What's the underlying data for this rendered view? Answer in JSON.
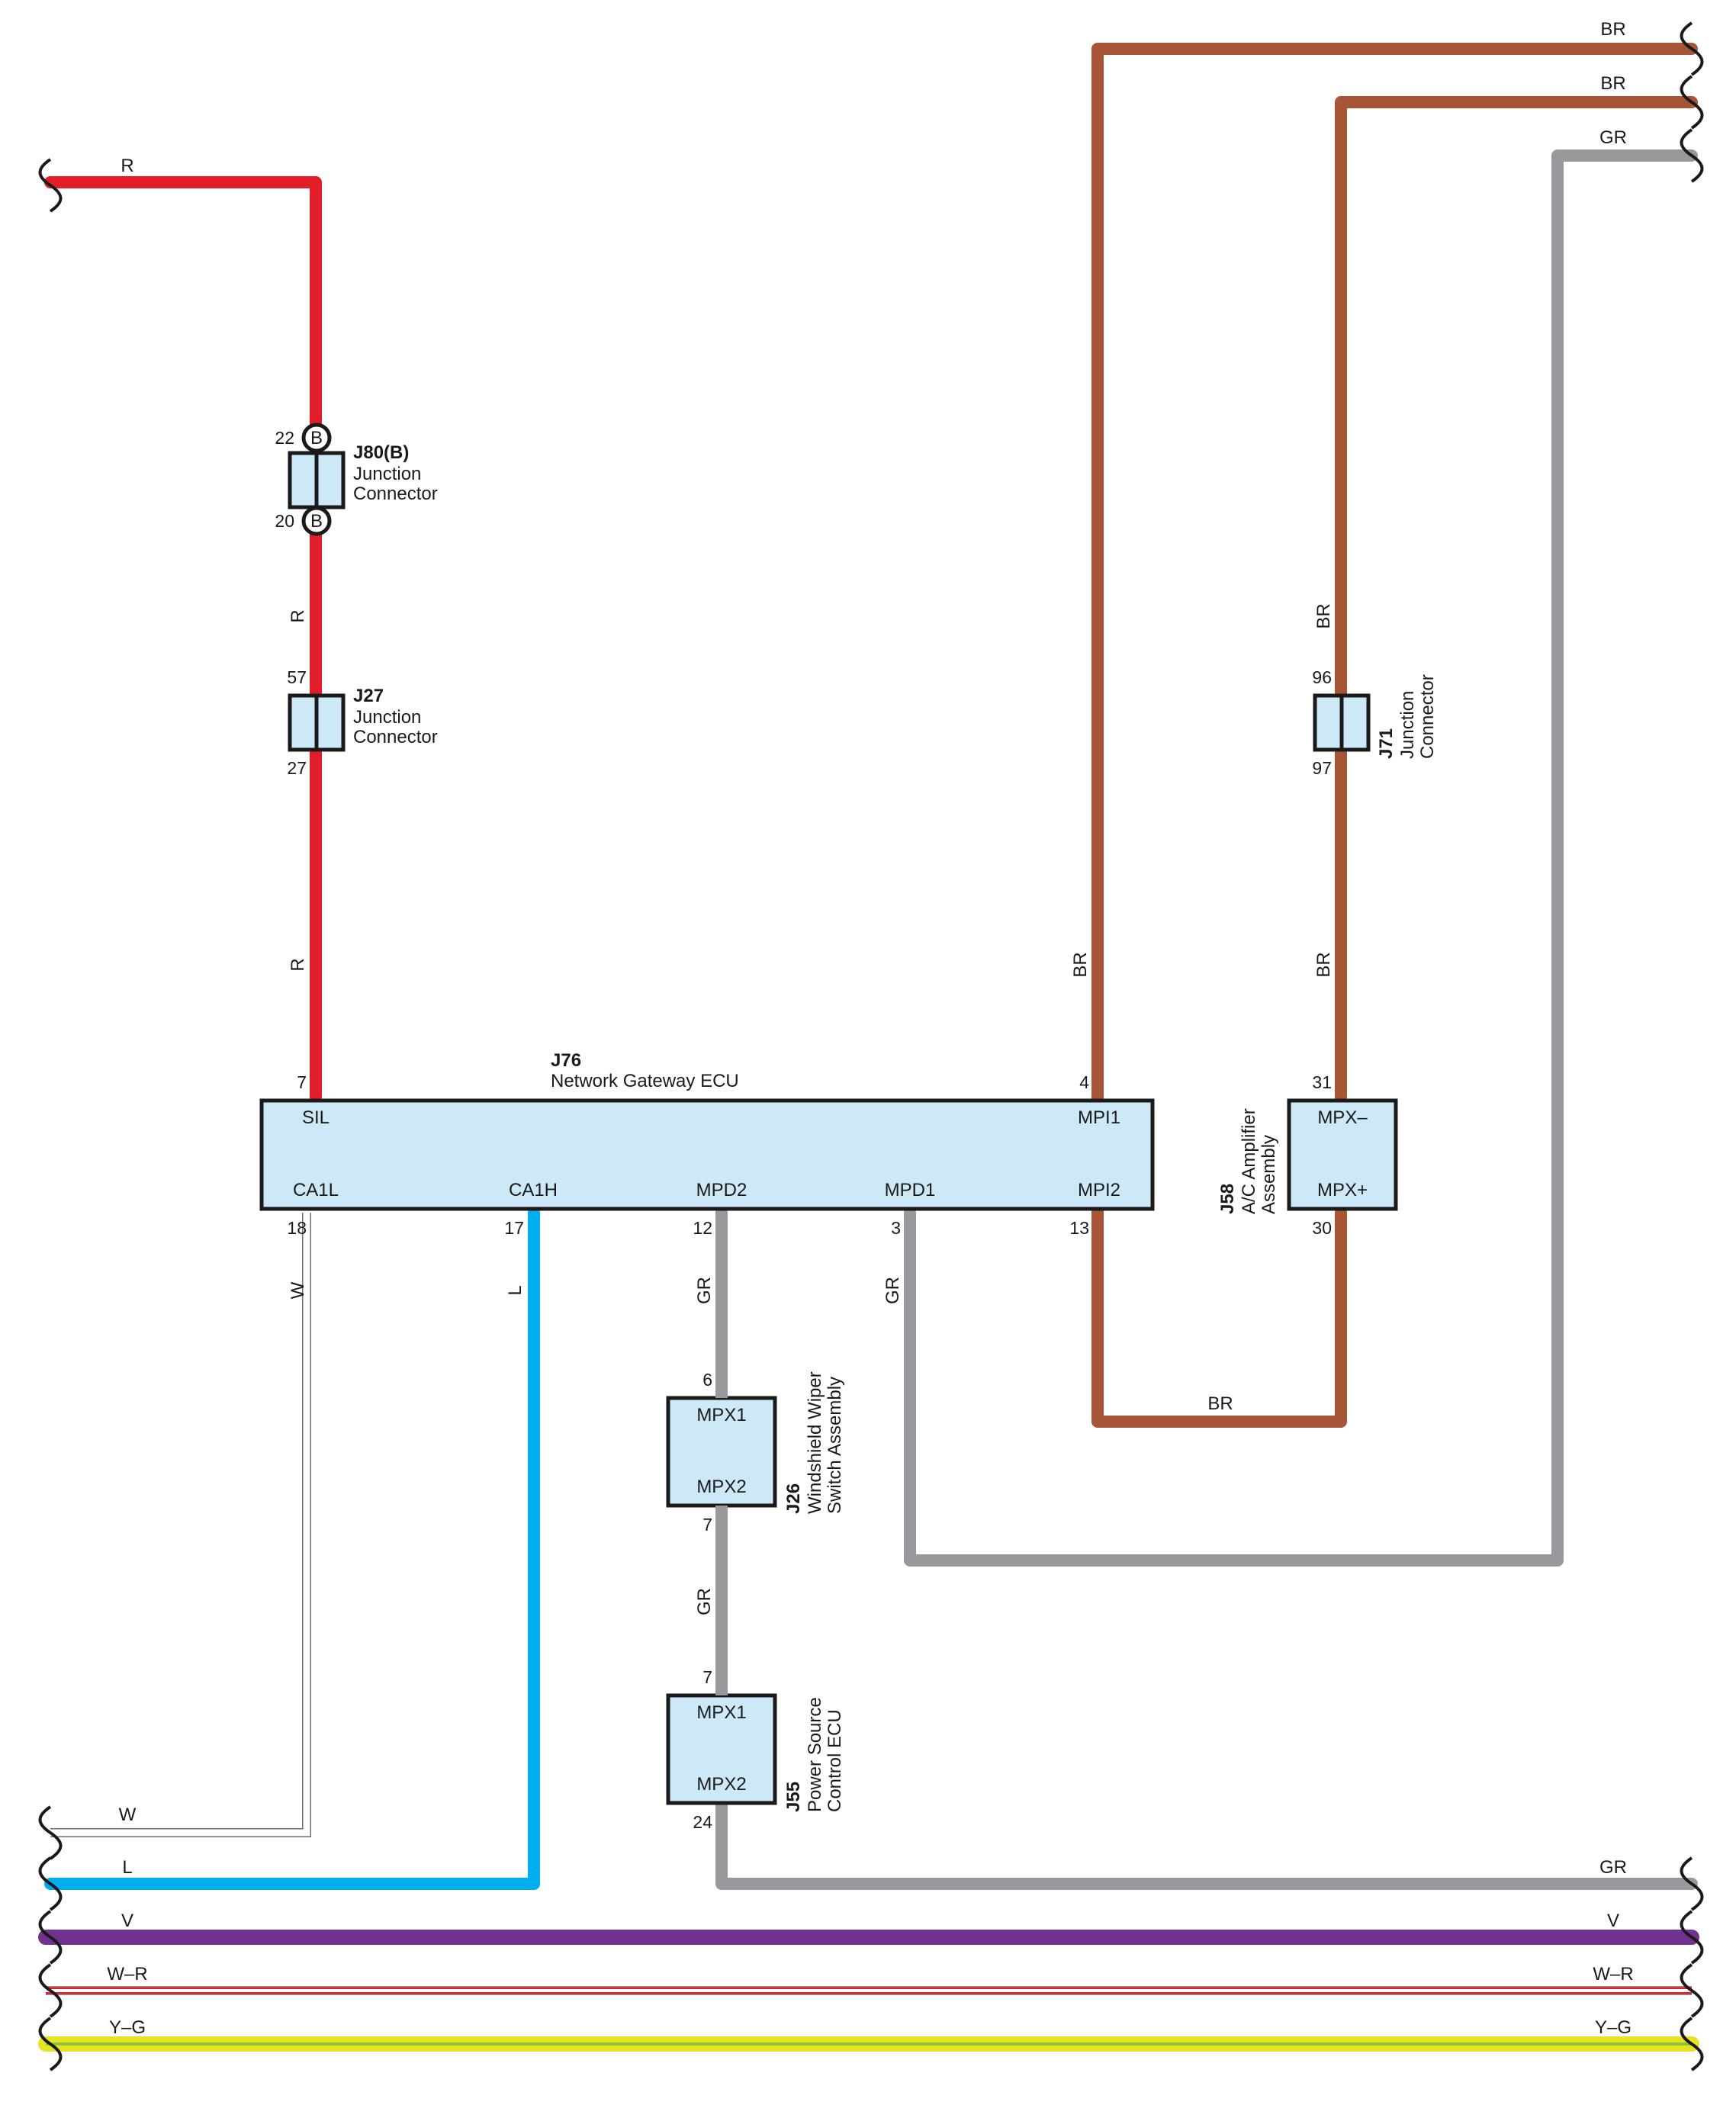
{
  "colors": {
    "R": "#e31d27",
    "BR": "#a65536",
    "GR": "#98999c",
    "L": "#00aeef",
    "V": "#70328e",
    "W-R": "#e31d27",
    "Y-G": "#e7e223",
    "Y-G-stripe": "#8cc63f",
    "box_fill": "#cde9f8"
  },
  "wire_labels": {
    "r_top": "R",
    "r_mid1": "R",
    "r_mid2": "R",
    "br_top1": "BR",
    "br_top2": "BR",
    "gr_top": "GR",
    "br_vert_left": "BR",
    "br_vert_right_upper": "BR",
    "br_vert_right_lower": "BR",
    "br_bottom": "BR",
    "w_vert": "W",
    "l_vert": "L",
    "gr_vert_mpd2": "GR",
    "gr_vert_mpd1": "GR",
    "gr_vert_between": "GR",
    "w_bottom": "W",
    "l_bottom": "L",
    "gr_bottom_right": "GR",
    "v_left": "V",
    "v_right": "V",
    "wr_left": "W–R",
    "wr_right": "W–R",
    "yg_left": "Y–G",
    "yg_right": "Y–G"
  },
  "components": {
    "j80": {
      "id": "J80(B)",
      "name_line1": "Junction",
      "name_line2": "Connector",
      "pin_top": "22",
      "pin_bottom": "20",
      "badge": "B"
    },
    "j27": {
      "id": "J27",
      "name_line1": "Junction",
      "name_line2": "Connector",
      "pin_top": "57",
      "pin_bottom": "27"
    },
    "j71": {
      "id": "J71",
      "name_line1": "Junction",
      "name_line2": "Connector",
      "pin_top": "96",
      "pin_bottom": "97"
    },
    "j76": {
      "id": "J76",
      "name": "Network Gateway ECU",
      "terminals": {
        "sil": "SIL",
        "mpi1": "MPI1",
        "ca1l": "CA1L",
        "ca1h": "CA1H",
        "mpd2": "MPD2",
        "mpd1": "MPD1",
        "mpi2": "MPI2"
      },
      "pins": {
        "sil": "7",
        "mpi1": "4",
        "ca1l": "18",
        "ca1h": "17",
        "mpd2": "12",
        "mpd1": "3",
        "mpi2": "13"
      }
    },
    "j58": {
      "id": "J58",
      "name_line1": "A/C Amplifier",
      "name_line2": "Assembly",
      "term_top": "MPX–",
      "term_bottom": "MPX+",
      "pin_top": "31",
      "pin_bottom": "30"
    },
    "j26": {
      "id": "J26",
      "name_line1": "Windshield Wiper",
      "name_line2": "Switch Assembly",
      "term_top": "MPX1",
      "term_bottom": "MPX2",
      "pin_top": "6",
      "pin_bottom": "7"
    },
    "j55": {
      "id": "J55",
      "name_line1": "Power Source",
      "name_line2": "Control ECU",
      "term_top": "MPX1",
      "term_bottom": "MPX2",
      "pin_top": "7",
      "pin_bottom": "24"
    }
  }
}
